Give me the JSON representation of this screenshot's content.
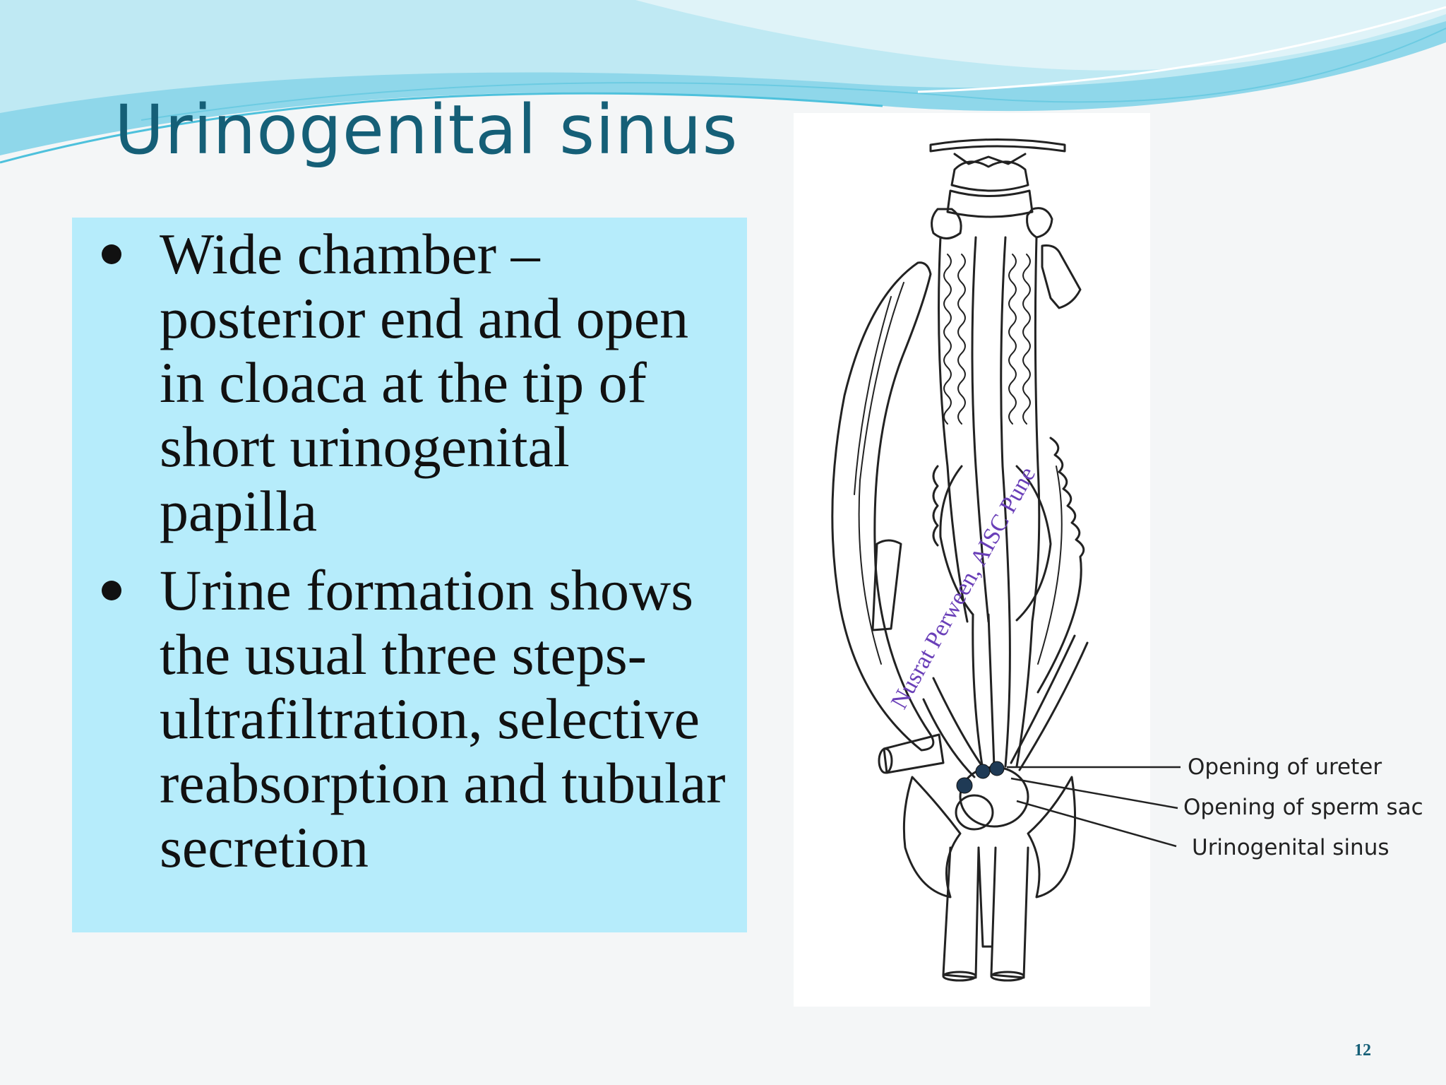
{
  "slide": {
    "title": "Urinogenital sinus",
    "bullets": [
      "Wide chamber – posterior end and open in cloaca at the tip of short urinogenital papilla",
      "Urine formation shows the usual three steps- ultrafiltration, selective reabsorption and tubular secretion"
    ],
    "diagram_labels": {
      "ureter_opening": "Opening of ureter",
      "sperm_sac_opening": "Opening of sperm sac",
      "urinogenital_sinus": "Urinogenital sinus"
    },
    "watermark": "Nusrat Perween, AISC Pune",
    "page_number": "12"
  },
  "colors": {
    "title": "#155f77",
    "text_box_fill": "#b6ecfb",
    "watermark": "#6a3fb8",
    "wave_light": "#bfe9f3",
    "wave_mid": "#7fd0e6"
  },
  "icons": [
    "bullet-dot-icon",
    "bullet-dot-icon"
  ]
}
